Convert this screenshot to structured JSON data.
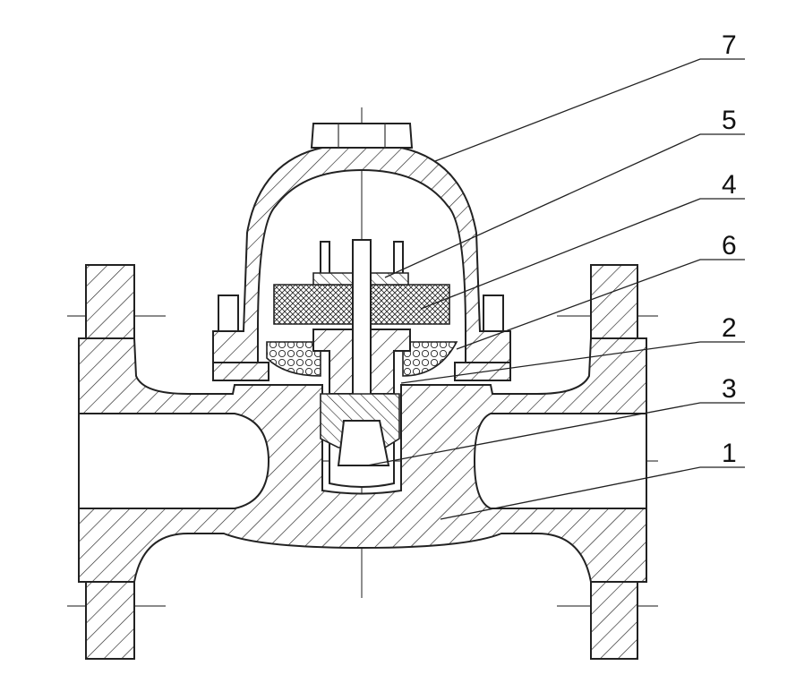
{
  "callouts": [
    {
      "id": "part-7",
      "label": "7"
    },
    {
      "id": "part-5",
      "label": "5"
    },
    {
      "id": "part-4",
      "label": "4"
    },
    {
      "id": "part-6",
      "label": "6"
    },
    {
      "id": "part-2",
      "label": "2"
    },
    {
      "id": "part-3",
      "label": "3"
    },
    {
      "id": "part-1",
      "label": "1"
    }
  ],
  "colors": {
    "line": "#222222",
    "background": "#ffffff"
  }
}
